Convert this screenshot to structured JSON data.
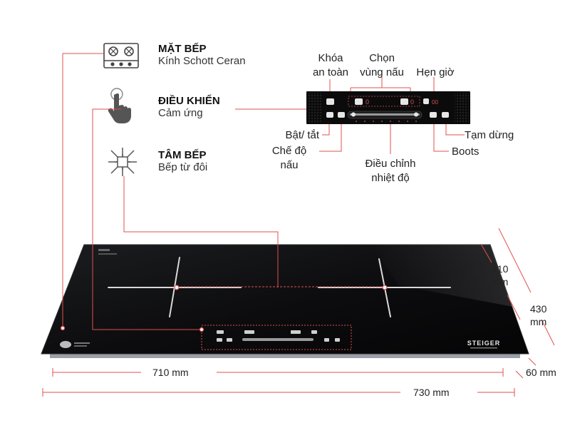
{
  "features": [
    {
      "title": "MẶT BẾP",
      "subtitle": "Kính Schott Ceran",
      "icon": "gas-burner-panel-icon"
    },
    {
      "title": "ĐIỀU KHIỂN",
      "subtitle": "Cảm ứng",
      "icon": "touch-hand-icon"
    },
    {
      "title": "TÂM BẾP",
      "subtitle": "Bếp từ đôi",
      "icon": "burner-center-icon"
    }
  ],
  "callouts": {
    "safety_lock": [
      "Khóa",
      "an toàn"
    ],
    "select_zone": [
      "Chọn",
      "vùng nấu"
    ],
    "timer": "Hẹn giờ",
    "pause": "Tạm dừng",
    "power": "Bật/ tắt",
    "mode": [
      "Chế độ",
      "nấu"
    ],
    "temperature": [
      "Điều chỉnh",
      "nhiệt độ"
    ],
    "boost": "Boots"
  },
  "dimensions": {
    "width_inner": "710 mm",
    "width_outer": "730 mm",
    "depth_inner": [
      "410",
      "mm"
    ],
    "depth_outer": [
      "430",
      "mm"
    ],
    "thickness": "60 mm"
  },
  "brand": "STEIGER",
  "colors": {
    "accent_red": "#e0504f",
    "panel_black": "#0b0b0c",
    "glass": "#111214"
  }
}
